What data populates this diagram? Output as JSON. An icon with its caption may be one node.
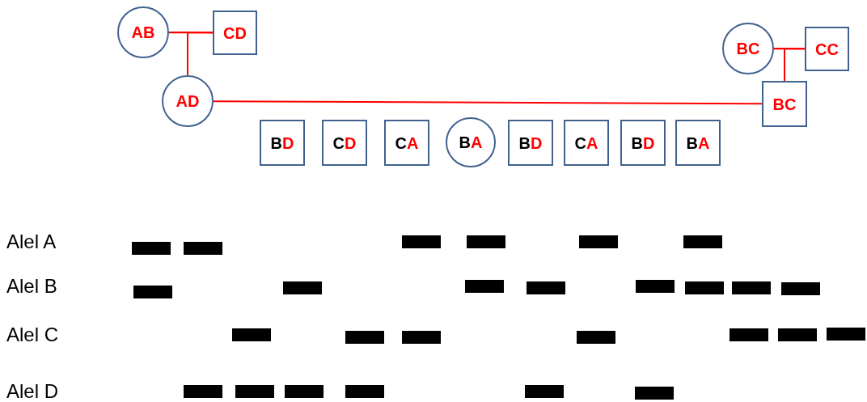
{
  "diagram": {
    "nodes": [
      {
        "text": [
          "AB"
        ]
      },
      {
        "text": [
          "CD"
        ]
      },
      {
        "text": [
          "AD"
        ]
      },
      {
        "text": [
          "BC"
        ]
      },
      {
        "text": [
          "CC"
        ]
      },
      {
        "text": [
          "BC"
        ]
      },
      {
        "text": [
          "B",
          "D"
        ]
      },
      {
        "text": [
          "C",
          "D"
        ]
      },
      {
        "text": [
          "C",
          "A"
        ]
      },
      {
        "text": [
          "B",
          "A"
        ]
      },
      {
        "text": [
          "B",
          "D"
        ]
      },
      {
        "text": [
          "C",
          "A"
        ]
      },
      {
        "text": [
          "B",
          "D"
        ]
      },
      {
        "text": [
          "B",
          "A"
        ]
      }
    ],
    "edges": [
      {
        "from": 0,
        "to": 1,
        "arrow": "none"
      },
      {
        "from": 0,
        "to": 2,
        "arrow": "none"
      },
      {
        "from": 1,
        "to": 2,
        "arrow": "none"
      },
      {
        "from": 2,
        "to": 5,
        "arrow": "none"
      },
      {
        "from": 3,
        "to": 4,
        "arrow": "none"
      },
      {
        "from": 3,
        "to": 5,
        "arrow": "none"
      },
      {
        "from": 4,
        "to": 5,
        "arrow": "none"
      }
    ],
    "labels": [
      "Alel A",
      "Alel B",
      "Alel C",
      "Alel D"
    ]
  }
}
